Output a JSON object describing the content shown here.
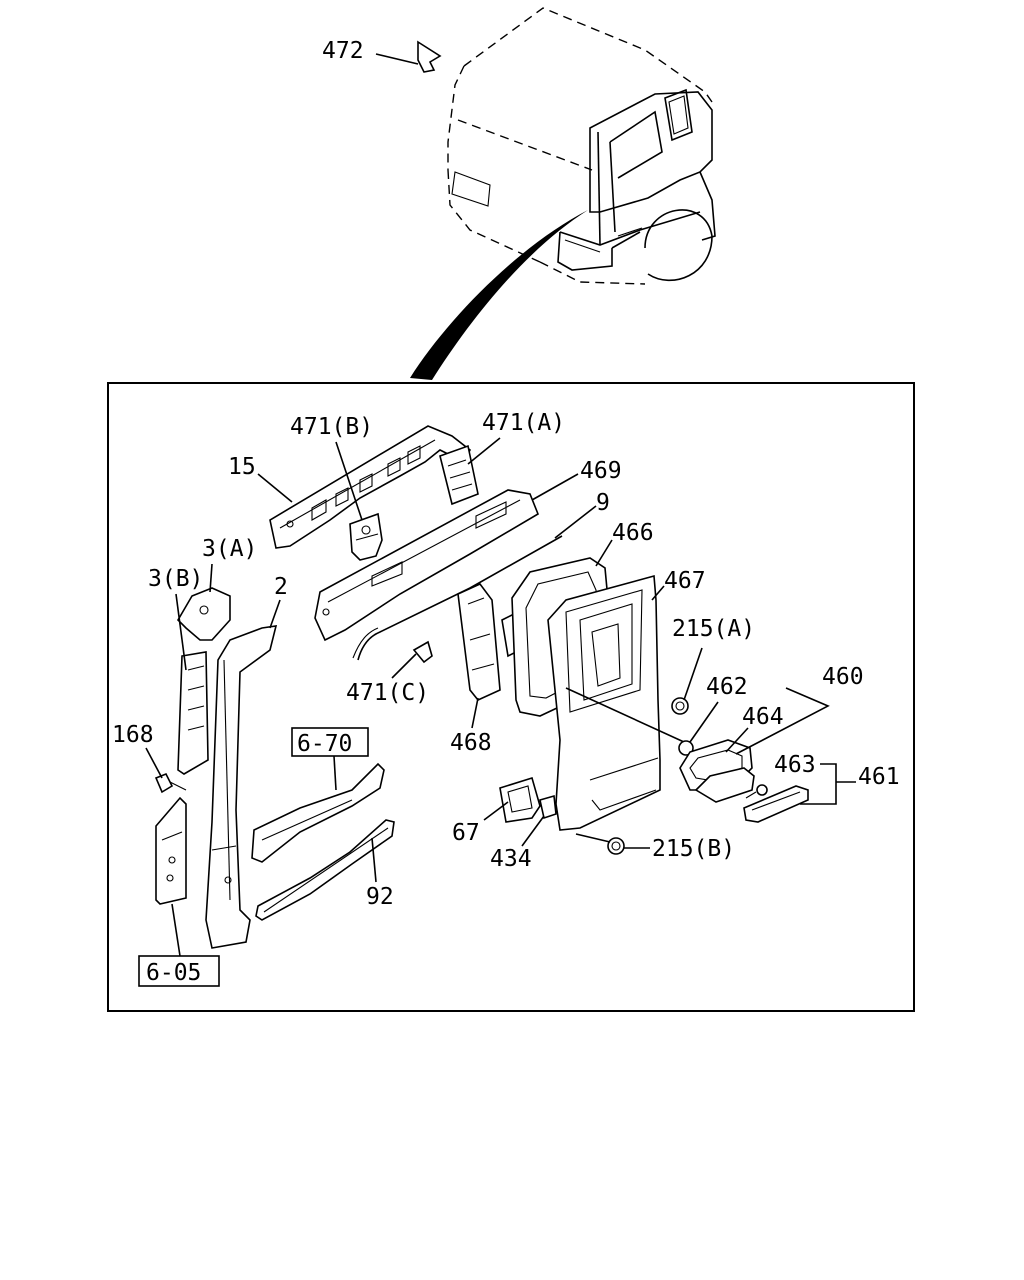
{
  "labels": {
    "l472": "472",
    "l471b": "471(B)",
    "l471a": "471(A)",
    "l15": "15",
    "l469": "469",
    "l9": "9",
    "l466": "466",
    "l3a": "3(A)",
    "l3b": "3(B)",
    "l2": "2",
    "l467": "467",
    "l215a": "215(A)",
    "l471c": "471(C)",
    "l462": "462",
    "l460": "460",
    "l464": "464",
    "l168": "168",
    "l670": "6-70",
    "l468": "468",
    "l463": "463",
    "l461": "461",
    "l67": "67",
    "l434": "434",
    "l215b": "215(B)",
    "l92": "92",
    "l605": "6-05"
  }
}
